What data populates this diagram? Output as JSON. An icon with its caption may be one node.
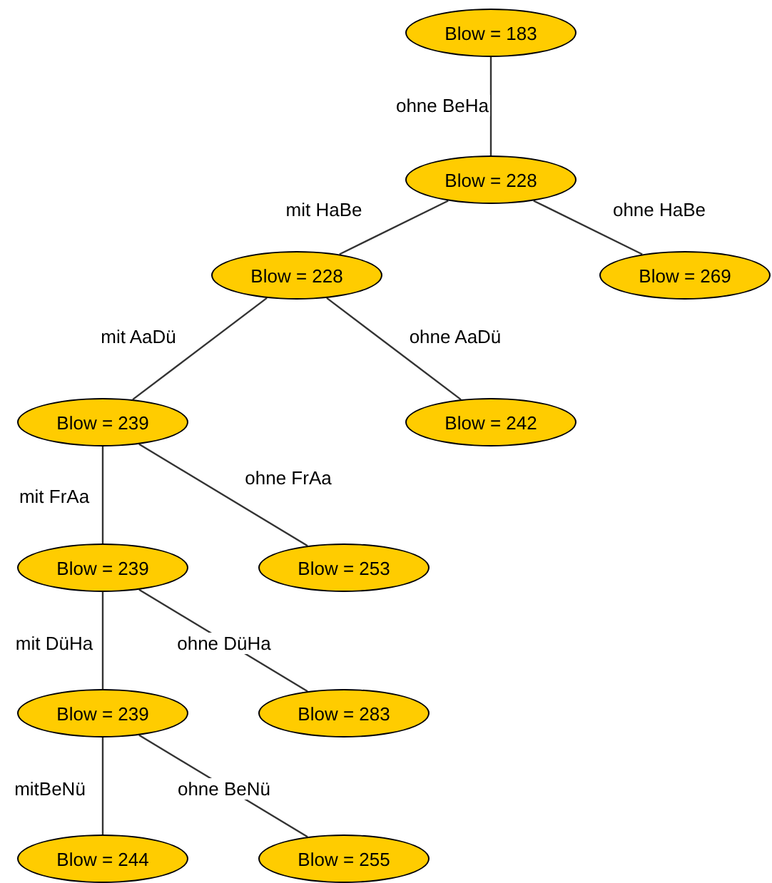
{
  "diagram": {
    "nodes": [
      {
        "text": [
          "Blow = 183"
        ]
      },
      {
        "text": [
          "Blow = 228"
        ]
      },
      {
        "text": [
          "Blow = 228"
        ]
      },
      {
        "text": [
          "Blow = 269"
        ]
      },
      {
        "text": [
          "Blow = 239"
        ]
      },
      {
        "text": [
          "Blow = 242"
        ]
      },
      {
        "text": [
          "Blow = 239"
        ]
      },
      {
        "text": [
          "Blow = 253"
        ]
      },
      {
        "text": [
          "Blow = 239"
        ]
      },
      {
        "text": [
          "Blow = 283"
        ]
      },
      {
        "text": [
          "Blow = 244"
        ]
      },
      {
        "text": [
          "Blow = 255"
        ]
      }
    ],
    "edges": [
      {
        "from": 0,
        "to": 1,
        "arrow": "none",
        "label": "ohne BeHa"
      },
      {
        "from": 1,
        "to": 2,
        "arrow": "none",
        "label": "mit HaBe"
      },
      {
        "from": 1,
        "to": 3,
        "arrow": "none",
        "label": "ohne HaBe"
      },
      {
        "from": 2,
        "to": 4,
        "arrow": "none",
        "label": "mit AaDü"
      },
      {
        "from": 2,
        "to": 5,
        "arrow": "none",
        "label": "ohne AaDü"
      },
      {
        "from": 4,
        "to": 6,
        "arrow": "none",
        "label": "mit FrAa"
      },
      {
        "from": 4,
        "to": 7,
        "arrow": "none",
        "label": "ohne FrAa"
      },
      {
        "from": 6,
        "to": 8,
        "arrow": "none",
        "label": "mit DüHa"
      },
      {
        "from": 6,
        "to": 9,
        "arrow": "none",
        "label": "ohne DüHa"
      },
      {
        "from": 8,
        "to": 10,
        "arrow": "none",
        "label": "mitBeNü"
      },
      {
        "from": 8,
        "to": 11,
        "arrow": "none",
        "label": "ohne BeNü"
      }
    ]
  }
}
